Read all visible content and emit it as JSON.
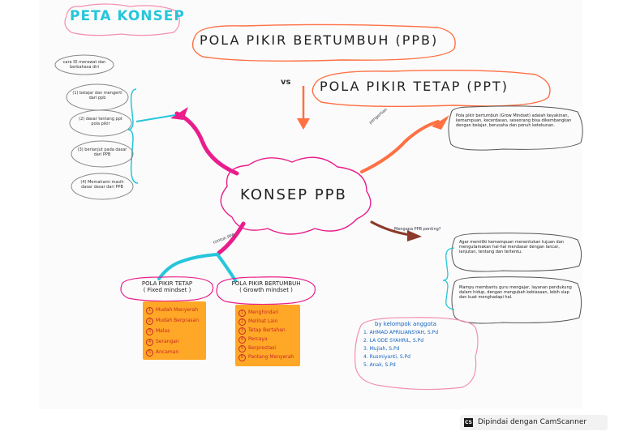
{
  "title": "PETA KONSEP",
  "ppb_title": "POLA PIKIR BERTUMBUH (PPB)",
  "vs": "vs",
  "ppt_title": "POLA PIKIR TETAP (PPT)",
  "center": "KONSEP PPB",
  "left_note": "cara ID merawat dan berbahasa diri",
  "left_nodes": [
    "(1) belajar dan mengerti dari ppb",
    "(2) dasar tentang ppt pola pikir",
    "(3) berlanjut pada dasar dari PPB",
    "(4) Memahami masih dasar dasar dari PPB"
  ],
  "right_top_label": "pengertian",
  "right_top_text": "Pola pikir bertumbuh (Grow Mindset) adalah keyakinan, kemampuan, kecerdasan, seseorang bisa dikembangkan dengan belajar, berusaha dan penuh ketekunan.",
  "right_mid_label": "Mengapa PPB penting?",
  "right_notes": [
    "Agar memiliki kemampuan menentukan tujuan dan mengutamakan hal-hal mendasar dengan lancar, lanjutan, tentang dan tertentu.",
    "Mampu membantu guru mengajar, layanan pendukung dalam hidup, dengan mengubah kebiasaan, lebih siap dan kuat menghadapi hal."
  ],
  "bottom_label": "contoh PPB",
  "ppt_box": {
    "title": "POLA PIKIR TETAP",
    "subtitle": "( Fixed mindset )",
    "items": [
      "Mudah Menyerah",
      "Mudah Berprasan",
      "Malas",
      "Serangan",
      "Ancaman"
    ]
  },
  "ppb_box": {
    "title": "POLA PIKIR BERTUMBUH",
    "subtitle": "( Growth mindset )",
    "items": [
      "Menghindari",
      "Melihat Lain",
      "Tetap Bertahan",
      "Percaya",
      "Berprestasi",
      "Pantang Menyerah"
    ]
  },
  "members": {
    "heading": "by kelompok anggota",
    "list": [
      "1. AHMAD APRILIANSYAH, S.Pd",
      "2. LA ODE SYAHRIL, S.Pd",
      "3. Mujiah, S.Pd",
      "4. Rusmiyanti, S.Pd",
      "5. Anak, S.Pd"
    ]
  },
  "footer": {
    "logo": "CS",
    "text": "Dipindai dengan CamScanner"
  },
  "colors": {
    "pink": "#e91e8c",
    "teal": "#26c6da",
    "orange": "#ff7043",
    "sticky": "#ffa726",
    "blue": "#1565c0"
  }
}
